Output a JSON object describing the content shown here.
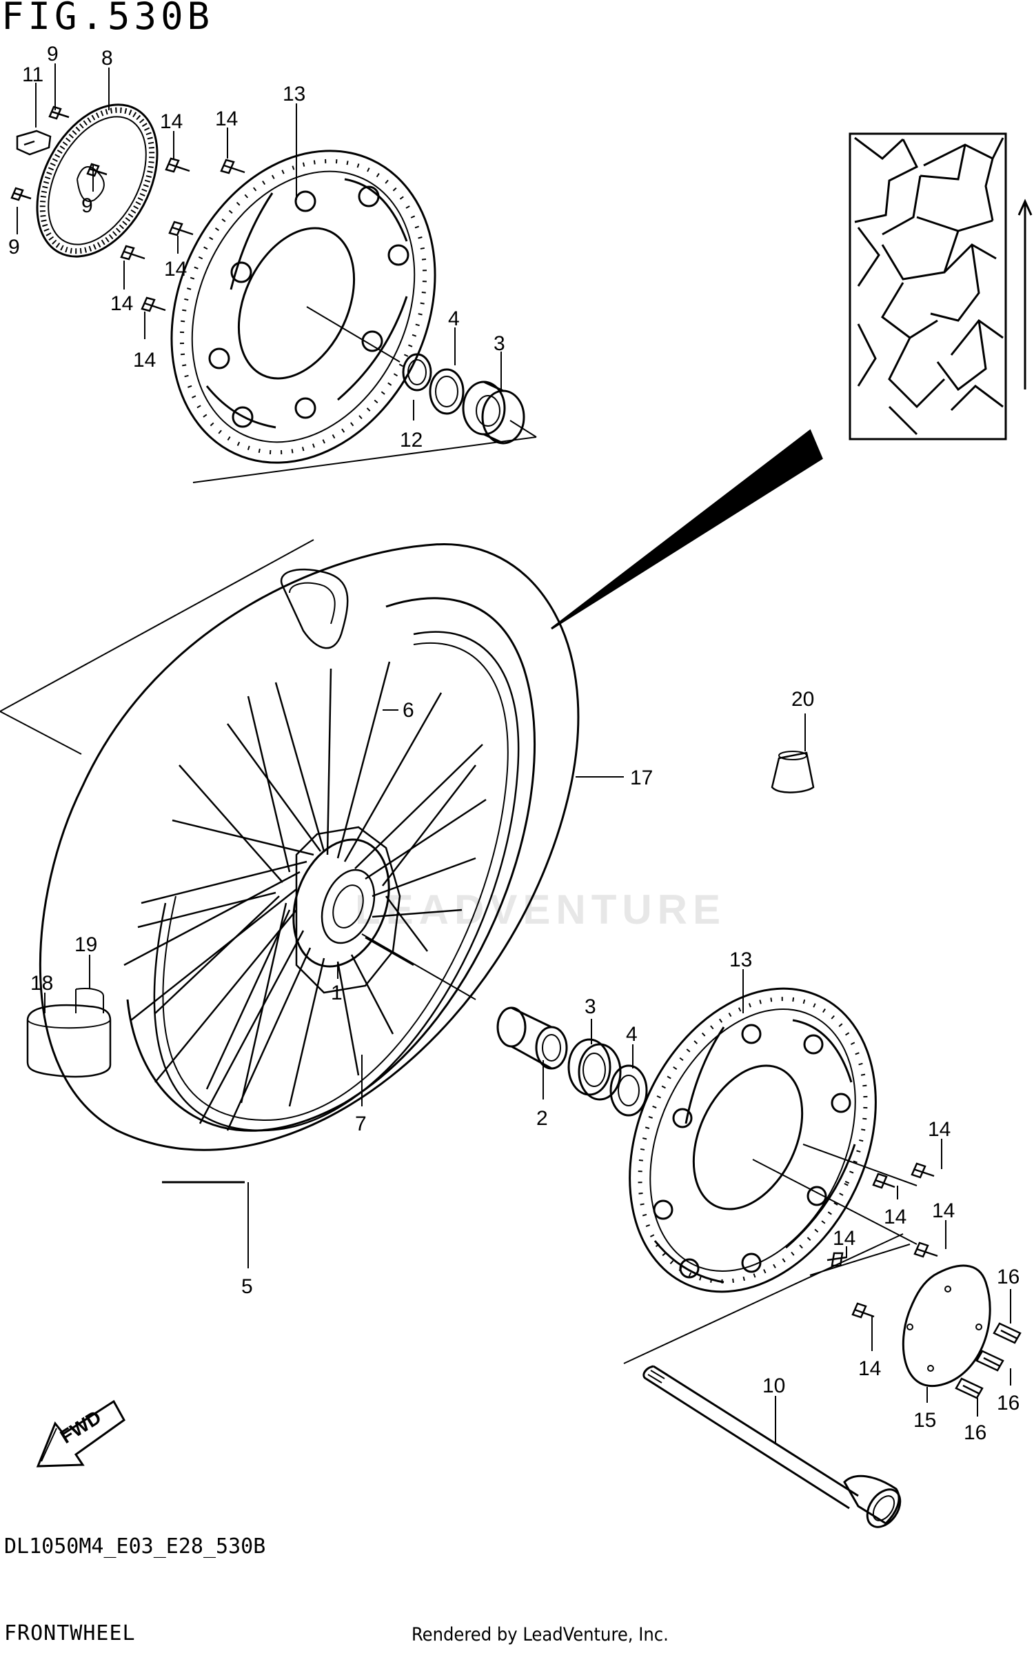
{
  "figure": {
    "title": "FIG.530B",
    "model_code": "DL1050M4_E03_E28_530B",
    "name": "FRONTWHEEL",
    "credit": "Rendered by LeadVenture, Inc.",
    "watermark": "LEADVENTURE",
    "fwd_label": "FWD"
  },
  "callouts": {
    "c9a": "9",
    "c11": "11",
    "c8": "8",
    "c9b": "9",
    "c9c": "9",
    "c14a": "14",
    "c14b": "14",
    "c14c": "14",
    "c14d": "14",
    "c14e": "14",
    "c13a": "13",
    "c4a": "4",
    "c3a": "3",
    "c12": "12",
    "c20": "20",
    "c6": "6",
    "c17": "17",
    "c19": "19",
    "c18": "18",
    "c1": "1",
    "c7": "7",
    "c5": "5",
    "c13b": "13",
    "c3b": "3",
    "c4b": "4",
    "c2": "2",
    "c14f": "14",
    "c14g": "14",
    "c14h": "14",
    "c14i": "14",
    "c14j": "14",
    "c16a": "16",
    "c16b": "16",
    "c16c": "16",
    "c15": "15",
    "c10": "10"
  }
}
